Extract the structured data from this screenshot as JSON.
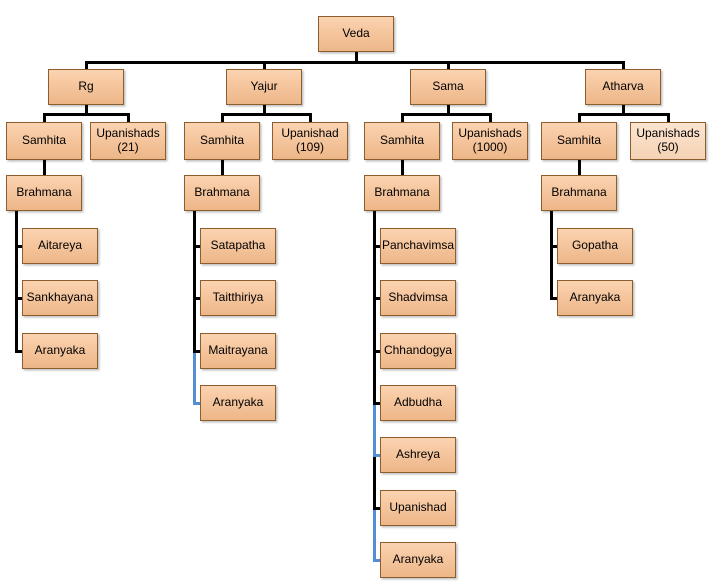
{
  "colors": {
    "box_fill": "#FAC08F",
    "box_fill_light": "#FCD9BB",
    "box_border": "#8C5E2E",
    "line_black": "#000000",
    "line_blue": "#558ED5",
    "background": "#FFFFFF"
  },
  "root": {
    "label": "Veda"
  },
  "branches": [
    {
      "label": "Rg",
      "samhita_label": "Samhita",
      "upanishad_label": "Upanishads",
      "upanishad_count": "(21)",
      "brahmana_label": "Brahmana",
      "children": [
        {
          "label": "Aitareya",
          "connector": "black"
        },
        {
          "label": "Sankhayana",
          "connector": "black"
        },
        {
          "label": "Aranyaka",
          "connector": "black"
        }
      ]
    },
    {
      "label": "Yajur",
      "samhita_label": "Samhita",
      "upanishad_label": "Upanishad",
      "upanishad_count": "(109)",
      "brahmana_label": "Brahmana",
      "children": [
        {
          "label": "Satapatha",
          "connector": "black"
        },
        {
          "label": "Taitthiriya",
          "connector": "black"
        },
        {
          "label": "Maitrayana",
          "connector": "black"
        },
        {
          "label": "Aranyaka",
          "connector": "blue"
        }
      ]
    },
    {
      "label": "Sama",
      "samhita_label": "Samhita",
      "upanishad_label": "Upanishads",
      "upanishad_count": "(1000)",
      "brahmana_label": "Brahmana",
      "children": [
        {
          "label": "Panchavimsa",
          "connector": "black"
        },
        {
          "label": "Shadvimsa",
          "connector": "black"
        },
        {
          "label": "Chhandogya",
          "connector": "black"
        },
        {
          "label": "Adbudha",
          "connector": "black"
        },
        {
          "label": "Ashreya",
          "connector": "blue"
        },
        {
          "label": "Upanishad",
          "connector": "black"
        },
        {
          "label": "Aranyaka",
          "connector": "blue"
        }
      ]
    },
    {
      "label": "Atharva",
      "samhita_label": "Samhita",
      "upanishad_label": "Upanishads",
      "upanishad_count": "(50)",
      "upanishad_highlight": true,
      "brahmana_label": "Brahmana",
      "children": [
        {
          "label": "Gopatha",
          "connector": "black"
        },
        {
          "label": "Aranyaka",
          "connector": "black"
        }
      ]
    }
  ]
}
